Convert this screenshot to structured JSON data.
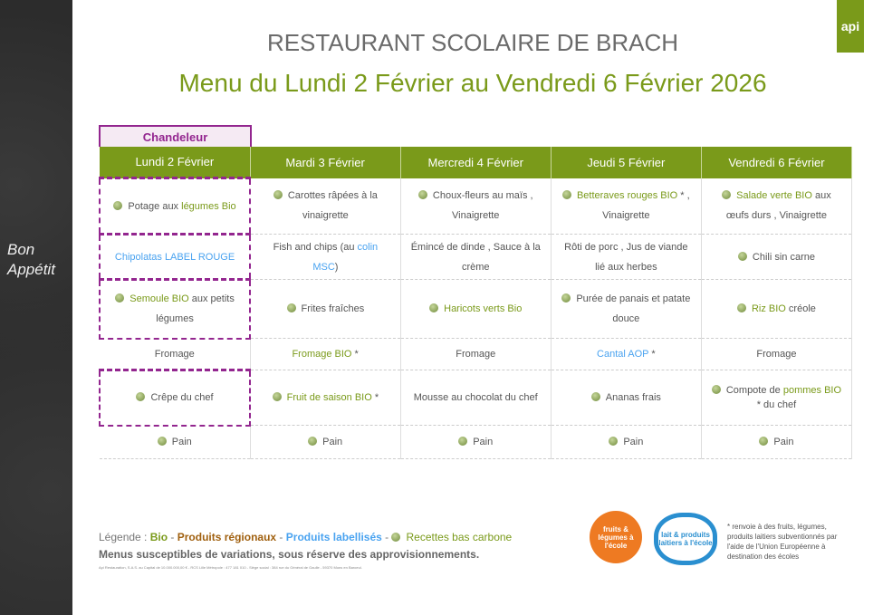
{
  "brand": "api",
  "title": "RESTAURANT SCOLAIRE DE BRACH",
  "subtitle": "Menu du Lundi 2 Février au Vendredi 6 Février 2026",
  "sidebar_text": "Bon Appétit",
  "special_day": "Chandeleur",
  "days": [
    "Lundi 2 Février",
    "Mardi 3 Février",
    "Mercredi 4 Février",
    "Jeudi 5 Février",
    "Vendredi 6 Février"
  ],
  "rows": [
    [
      {
        "icon": true,
        "parts": [
          {
            "t": "Potage aux ",
            "c": ""
          },
          {
            "t": "légumes Bio",
            "c": "bio"
          }
        ]
      },
      {
        "icon": true,
        "parts": [
          {
            "t": "Carottes râpées à la vinaigrette",
            "c": ""
          }
        ]
      },
      {
        "icon": true,
        "parts": [
          {
            "t": "Choux-fleurs au maïs , Vinaigrette",
            "c": ""
          }
        ]
      },
      {
        "icon": true,
        "parts": [
          {
            "t": "Betteraves rouges BIO",
            "c": "bio"
          },
          {
            "t": " * , Vinaigrette",
            "c": ""
          }
        ]
      },
      {
        "icon": true,
        "parts": [
          {
            "t": "Salade verte BIO",
            "c": "bio"
          },
          {
            "t": " aux œufs durs , Vinaigrette",
            "c": ""
          }
        ]
      }
    ],
    [
      {
        "icon": false,
        "parts": [
          {
            "t": "Chipolatas LABEL ROUGE",
            "c": "label"
          }
        ]
      },
      {
        "icon": false,
        "parts": [
          {
            "t": "Fish and chips (au ",
            "c": ""
          },
          {
            "t": "colin MSC",
            "c": "label"
          },
          {
            "t": ")",
            "c": ""
          }
        ]
      },
      {
        "icon": false,
        "parts": [
          {
            "t": "Émincé de dinde , Sauce à la crème",
            "c": ""
          }
        ]
      },
      {
        "icon": false,
        "parts": [
          {
            "t": "Rôti de porc , Jus de viande lié aux herbes",
            "c": ""
          }
        ]
      },
      {
        "icon": true,
        "parts": [
          {
            "t": "Chili sin carne",
            "c": ""
          }
        ]
      }
    ],
    [
      {
        "icon": true,
        "parts": [
          {
            "t": "Semoule BIO",
            "c": "bio"
          },
          {
            "t": " aux petits légumes",
            "c": ""
          }
        ]
      },
      {
        "icon": true,
        "parts": [
          {
            "t": "Frites fraîches",
            "c": ""
          }
        ]
      },
      {
        "icon": true,
        "parts": [
          {
            "t": "Haricots verts Bio",
            "c": "bio"
          }
        ]
      },
      {
        "icon": true,
        "parts": [
          {
            "t": "Purée de panais et patate douce",
            "c": ""
          }
        ]
      },
      {
        "icon": true,
        "parts": [
          {
            "t": "Riz BIO",
            "c": "bio"
          },
          {
            "t": " créole",
            "c": ""
          }
        ]
      }
    ],
    [
      {
        "icon": false,
        "parts": [
          {
            "t": "Fromage",
            "c": ""
          }
        ]
      },
      {
        "icon": false,
        "parts": [
          {
            "t": "Fromage BIO",
            "c": "bio"
          },
          {
            "t": " *",
            "c": ""
          }
        ]
      },
      {
        "icon": false,
        "parts": [
          {
            "t": "Fromage",
            "c": ""
          }
        ]
      },
      {
        "icon": false,
        "parts": [
          {
            "t": "Cantal AOP",
            "c": "label"
          },
          {
            "t": " *",
            "c": ""
          }
        ]
      },
      {
        "icon": false,
        "parts": [
          {
            "t": "Fromage",
            "c": ""
          }
        ]
      }
    ],
    [
      {
        "icon": true,
        "parts": [
          {
            "t": "Crêpe du chef",
            "c": ""
          }
        ]
      },
      {
        "icon": true,
        "parts": [
          {
            "t": "Fruit de saison BIO",
            "c": "bio"
          },
          {
            "t": " *",
            "c": ""
          }
        ]
      },
      {
        "icon": false,
        "parts": [
          {
            "t": "Mousse au chocolat du chef",
            "c": ""
          }
        ]
      },
      {
        "icon": true,
        "parts": [
          {
            "t": "Ananas frais",
            "c": ""
          }
        ]
      },
      {
        "icon": true,
        "parts": [
          {
            "t": "Compote de ",
            "c": ""
          },
          {
            "t": "pommes BIO",
            "c": "bio"
          },
          {
            "t": " * du chef",
            "c": ""
          }
        ]
      }
    ],
    [
      {
        "icon": true,
        "parts": [
          {
            "t": "Pain",
            "c": ""
          }
        ]
      },
      {
        "icon": true,
        "parts": [
          {
            "t": "Pain",
            "c": ""
          }
        ]
      },
      {
        "icon": true,
        "parts": [
          {
            "t": "Pain",
            "c": ""
          }
        ]
      },
      {
        "icon": true,
        "parts": [
          {
            "t": "Pain",
            "c": ""
          }
        ]
      },
      {
        "icon": true,
        "parts": [
          {
            "t": "Pain",
            "c": ""
          }
        ]
      }
    ]
  ],
  "legend": {
    "label": "Légende : ",
    "bio": "Bio",
    "sep": " - ",
    "regional": "Produits régionaux",
    "labelled": "Produits labellisés",
    "low_carbon": "Recettes bas carbone"
  },
  "note": "Menus susceptibles de variations, sous réserve des approvisionnements.",
  "legal": "Api Restauration, S.A.S. au Capital de 10.000.000,00 € - RCS Lille Métropole : 477 181 010 - Siège social : 384 rue du Général de Gaulle - 59370 Mons en Baroeul.",
  "logos": {
    "fruits": "fruits & légumes à l'école",
    "lait": "lait & produits laitiers à l'école"
  },
  "eu_note": "* renvoie à des fruits, légumes, produits laitiers subventionnés par l'aide de l'Union Européenne à destination des écoles",
  "colors": {
    "green": "#7a9a1a",
    "purple": "#93268f",
    "blue": "#4aa3f0",
    "orange": "#a0600f"
  }
}
